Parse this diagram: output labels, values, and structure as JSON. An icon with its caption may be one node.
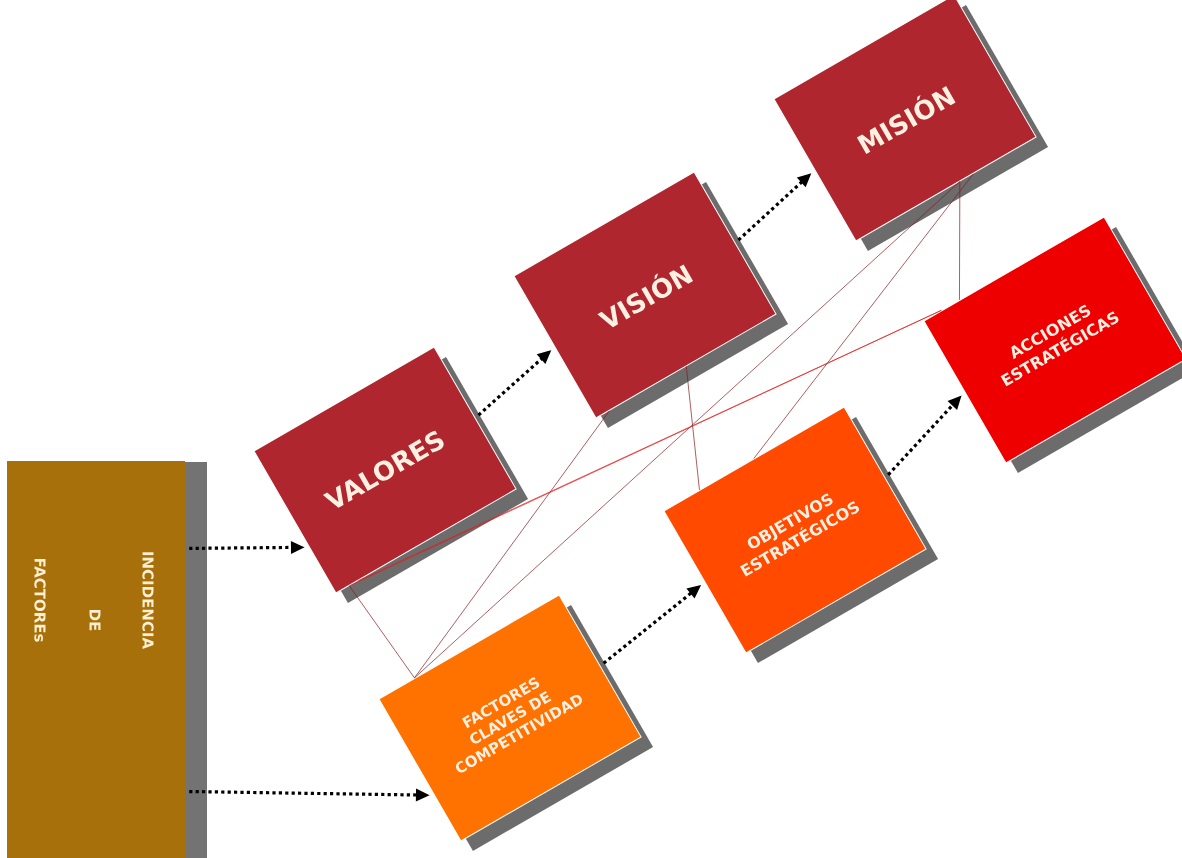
{
  "diagram": {
    "nodes": [
      {
        "text": [
          "FACTOREs",
          "DE",
          "INCIDENCIA"
        ]
      },
      {
        "text": [
          "VALORES"
        ]
      },
      {
        "text": [
          "VISIÓN"
        ]
      },
      {
        "text": [
          "MISIÓN"
        ]
      },
      {
        "text": [
          "FACTORES CLAVES DE COMPETITIVIDAD"
        ]
      },
      {
        "text": [
          "OBJETIVOS ESTRATÉGICOS"
        ]
      },
      {
        "text": [
          "ACCIONES ESTRATÉGICAS"
        ]
      }
    ],
    "edges": [
      {
        "from": 0,
        "to": 1,
        "arrow": "to",
        "style": "dashed"
      },
      {
        "from": 0,
        "to": 4,
        "arrow": "to",
        "style": "dashed"
      },
      {
        "from": 1,
        "to": 2,
        "arrow": "to",
        "style": "dashed"
      },
      {
        "from": 2,
        "to": 3,
        "arrow": "to",
        "style": "dashed"
      },
      {
        "from": 4,
        "to": 5,
        "arrow": "to",
        "style": "dashed"
      },
      {
        "from": 5,
        "to": 6,
        "arrow": "to",
        "style": "dashed"
      },
      {
        "from": 1,
        "to": 4,
        "arrow": "none",
        "color": "#8b1a1a"
      },
      {
        "from": 2,
        "to": 5,
        "arrow": "none",
        "color": "#8b1a1a"
      },
      {
        "from": 3,
        "to": 6,
        "arrow": "none",
        "color": "#8b1a1a"
      },
      {
        "from": 4,
        "to": 2,
        "arrow": "none",
        "color": "#8b1a1a"
      },
      {
        "from": 4,
        "to": 3,
        "arrow": "none",
        "color": "#8b1a1a"
      },
      {
        "from": 5,
        "to": 3,
        "arrow": "none",
        "color": "#8b1a1a"
      },
      {
        "from": 1,
        "to": 6,
        "arrow": "none",
        "color": "#e02020"
      },
      {
        "from": 1,
        "to": 6,
        "arrow": "none",
        "color": "#e02020"
      }
    ]
  }
}
